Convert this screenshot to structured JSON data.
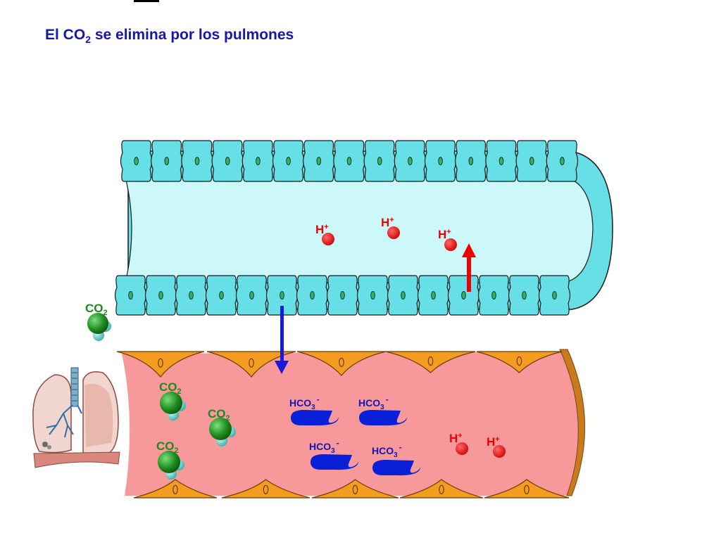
{
  "title": {
    "before": "El CO",
    "sub": "2",
    "after": " se elimina por los pulmones"
  },
  "labels": {
    "h_base": "H",
    "h_sup": "+",
    "co2_base": "CO",
    "co2_sub": "2",
    "hco3_base": "HCO",
    "hco3_sub": "3",
    "hco3_sup": "-"
  },
  "colors": {
    "title": "#1515b3",
    "tubule_cell": "#66e0e6",
    "tubule_lumen": "#ccf8fa",
    "tubule_nucleus": "#3aae6e",
    "capillary_blood": "#f7999b",
    "endothelial_cell": "#f39c1f",
    "capillary_wall": "#c97a1d",
    "hydrogen_ion": "#ee0000",
    "bicarbonate": "#0a20d8",
    "bicarbonate_label": "#1515b3",
    "co2_carbon": "#1d8a1d",
    "co2_oxygen": "#4fc7c2",
    "co2_label": "#1d8a1d",
    "secretion_arrow": "#ee0000",
    "absorption_arrow": "#1a1ad8"
  },
  "icons": [
    "lungs-icon",
    "co2-molecule-icon",
    "bicarbonate-ion-icon",
    "hydrogen-ion-icon"
  ]
}
